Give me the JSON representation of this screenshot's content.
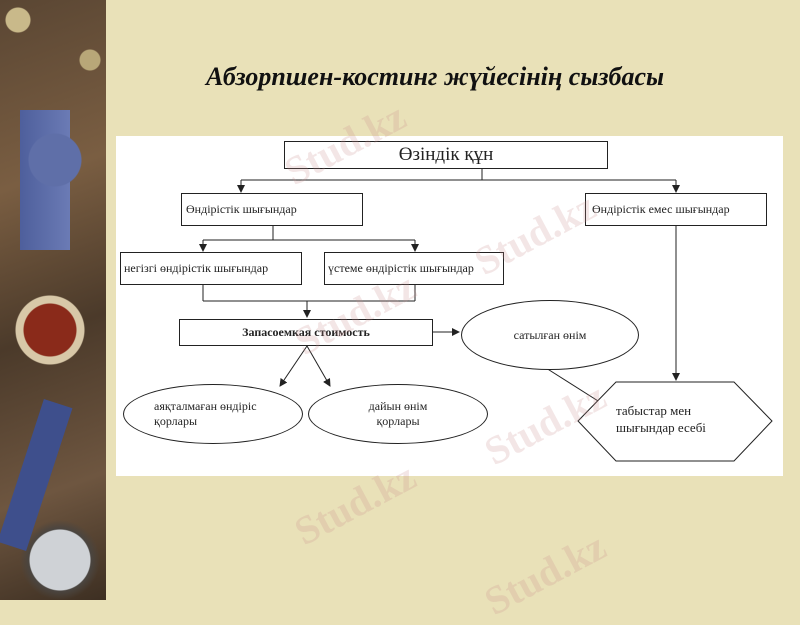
{
  "slide": {
    "title": "Абзорпшен-костинг жүйесінің сызбасы",
    "background_color": "#e9e1b8",
    "watermark": "Stud.kz"
  },
  "diagram": {
    "nodes": {
      "cost_price": "Өзіндік құн",
      "production_costs": "Өндірістік шығындар",
      "non_production_costs": "Өндірістік емес шығындар",
      "direct_production_costs": "негізгі өндірістік шығындар",
      "overhead_production_costs": "үстеме өндірістік шығындар",
      "inventoriable_cost": "Запасоемкая стоимость",
      "sold_product": "сатылған өнім",
      "wip_inventory_line1": "аяқталмаған өндіріс",
      "wip_inventory_line2": "қорлары",
      "finished_goods_line1": "дайын өнім",
      "finished_goods_line2": "қорлары",
      "income_statement_line1": "табыстар мен",
      "income_statement_line2": "шығындар есебі"
    },
    "edges": [
      {
        "from": "cost_price",
        "to": "production_costs"
      },
      {
        "from": "cost_price",
        "to": "non_production_costs"
      },
      {
        "from": "production_costs",
        "to": "direct_production_costs"
      },
      {
        "from": "production_costs",
        "to": "overhead_production_costs"
      },
      {
        "from": "direct_production_costs",
        "to": "inventoriable_cost"
      },
      {
        "from": "overhead_production_costs",
        "to": "inventoriable_cost"
      },
      {
        "from": "inventoriable_cost",
        "to": "sold_product"
      },
      {
        "from": "inventoriable_cost",
        "to": "wip_inventory"
      },
      {
        "from": "inventoriable_cost",
        "to": "finished_goods"
      },
      {
        "from": "sold_product",
        "to": "income_statement"
      },
      {
        "from": "non_production_costs",
        "to": "income_statement"
      }
    ]
  }
}
